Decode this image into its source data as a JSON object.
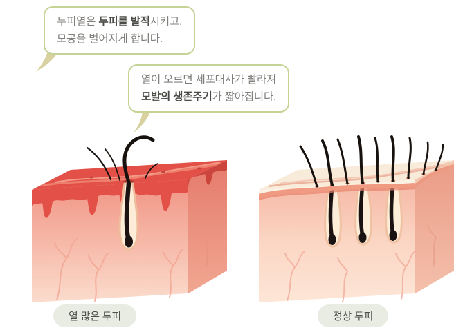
{
  "bubble1": {
    "line1_normal1": "두피열은 ",
    "line1_bold": "두피를 발적",
    "line1_normal2": "시키고,",
    "line2": "모공을 벌어지게 합니다."
  },
  "bubble2": {
    "line1": "열이 오르면 세포대사가 빨라져",
    "line2_bold": "모발의 생존주기",
    "line2_normal": "가 짧아집니다."
  },
  "captions": {
    "hot_scalp": "열 많은 두피",
    "normal_scalp": "정상 두피"
  },
  "colors": {
    "bubble_border": "#c5d395",
    "bubble_tail": "#d9d2a0",
    "text_normal": "#807f7b",
    "text_bold": "#4a4a46",
    "caption_bg": "#e8ece2",
    "caption_text": "#4f4f4c",
    "hot_scalp_red": "#e25048",
    "inflamed_skin_pink": "#f6b4a3",
    "normal_scalp_cream": "#f8ebd9",
    "hair_black": "#18120f"
  },
  "illustrations": {
    "left": "hot-scalp-skin-cube",
    "right": "normal-scalp-skin-cube"
  }
}
